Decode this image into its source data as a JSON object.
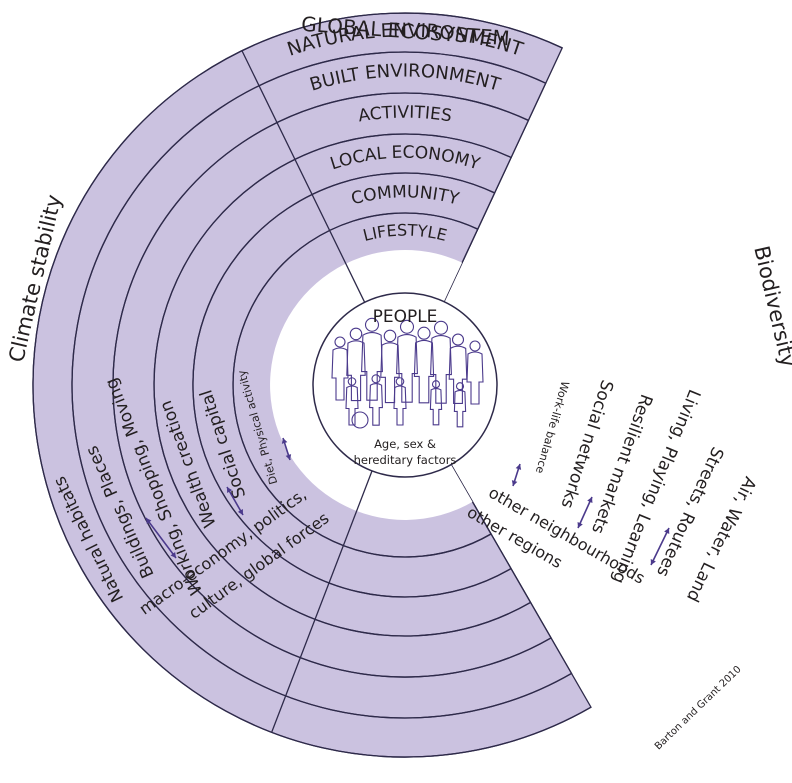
{
  "title": "GLOBAL ECOSYSTEM",
  "rings": [
    {
      "name": "NATURAL ENVIRONMENT",
      "left": "Natural habitats",
      "right": "Air, Water, Land"
    },
    {
      "name": "BUILT ENVIRONMENT",
      "left": "Buildings, Places",
      "right": "Streets, Routees"
    },
    {
      "name": "ACTIVITIES",
      "left": "Working, Shopping, Moving",
      "right": "Living, Playing, Learning"
    },
    {
      "name": "LOCAL ECONOMY",
      "left": "Wealth creation",
      "right": "Resilient markets"
    },
    {
      "name": "COMMUNITY",
      "left": "Social capital",
      "right": "Social networks"
    },
    {
      "name": "LIFESTYLE",
      "left": "Diet, Physical activity",
      "right": "Work-life balance"
    }
  ],
  "center": {
    "title": "PEOPLE",
    "line1": "Age, sex &",
    "line2": "hereditary factors"
  },
  "outer_left": "Climate stability",
  "outer_right": "Biodiversity",
  "bottom_left": {
    "line1": "macro-economy, politics,",
    "line2": "culture, global forces"
  },
  "bottom_right": {
    "line1": "other neighbourhoods",
    "line2": "other regions"
  },
  "credit": "Barton and Grant 2010",
  "colors": {
    "band_fill": "#cbc2e0",
    "outline": "#2e2a4a",
    "arrow": "#4b3a8c"
  }
}
